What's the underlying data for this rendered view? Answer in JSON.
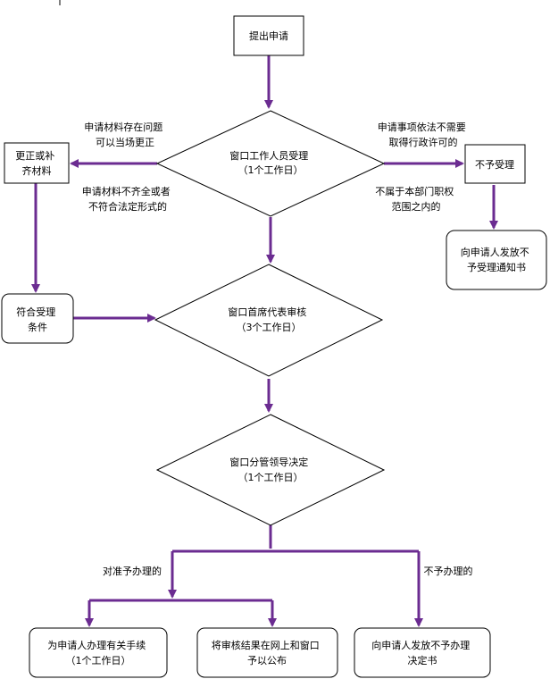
{
  "colors": {
    "arrow": "#6b2c91",
    "border": "#000000",
    "background": "#ffffff"
  },
  "nodes": {
    "submit": {
      "lines": [
        "提出申请"
      ]
    },
    "window_accept": {
      "lines": [
        "窗口工作人员受理",
        "（1个工作日）"
      ]
    },
    "correct": {
      "lines": [
        "更正或补",
        "齐材料"
      ]
    },
    "not_accept": {
      "lines": [
        "不予受理"
      ]
    },
    "not_accept_notice": {
      "lines": [
        "向申请人发放不",
        "予受理通知书"
      ]
    },
    "meets_conditions": {
      "lines": [
        "符合受理",
        "条件"
      ]
    },
    "chief_review": {
      "lines": [
        "窗口首席代表审核",
        "（3个工作日）"
      ]
    },
    "leader_decide": {
      "lines": [
        "窗口分管领导决定",
        "（1个工作日）"
      ]
    },
    "handle_procedures": {
      "lines": [
        "为申请人办理有关手续",
        "（1个工作日）"
      ]
    },
    "publish": {
      "lines": [
        "将审核结果在网上和窗口",
        "予以公布"
      ]
    },
    "reject_decision": {
      "lines": [
        "向申请人发放不予办理",
        "决定书"
      ]
    }
  },
  "edge_labels": {
    "can_correct": [
      "申请材料存在问题",
      "可以当场更正"
    ],
    "incomplete": [
      "申请材料不齐全或者",
      "不符合法定形式的"
    ],
    "no_permit_needed": [
      "申请事项依法不需要",
      "取得行政许可的"
    ],
    "out_of_scope": [
      "不属于本部门职权",
      "范围之内的"
    ],
    "approve": [
      "对准予办理的"
    ],
    "reject": [
      "不予办理的"
    ]
  }
}
